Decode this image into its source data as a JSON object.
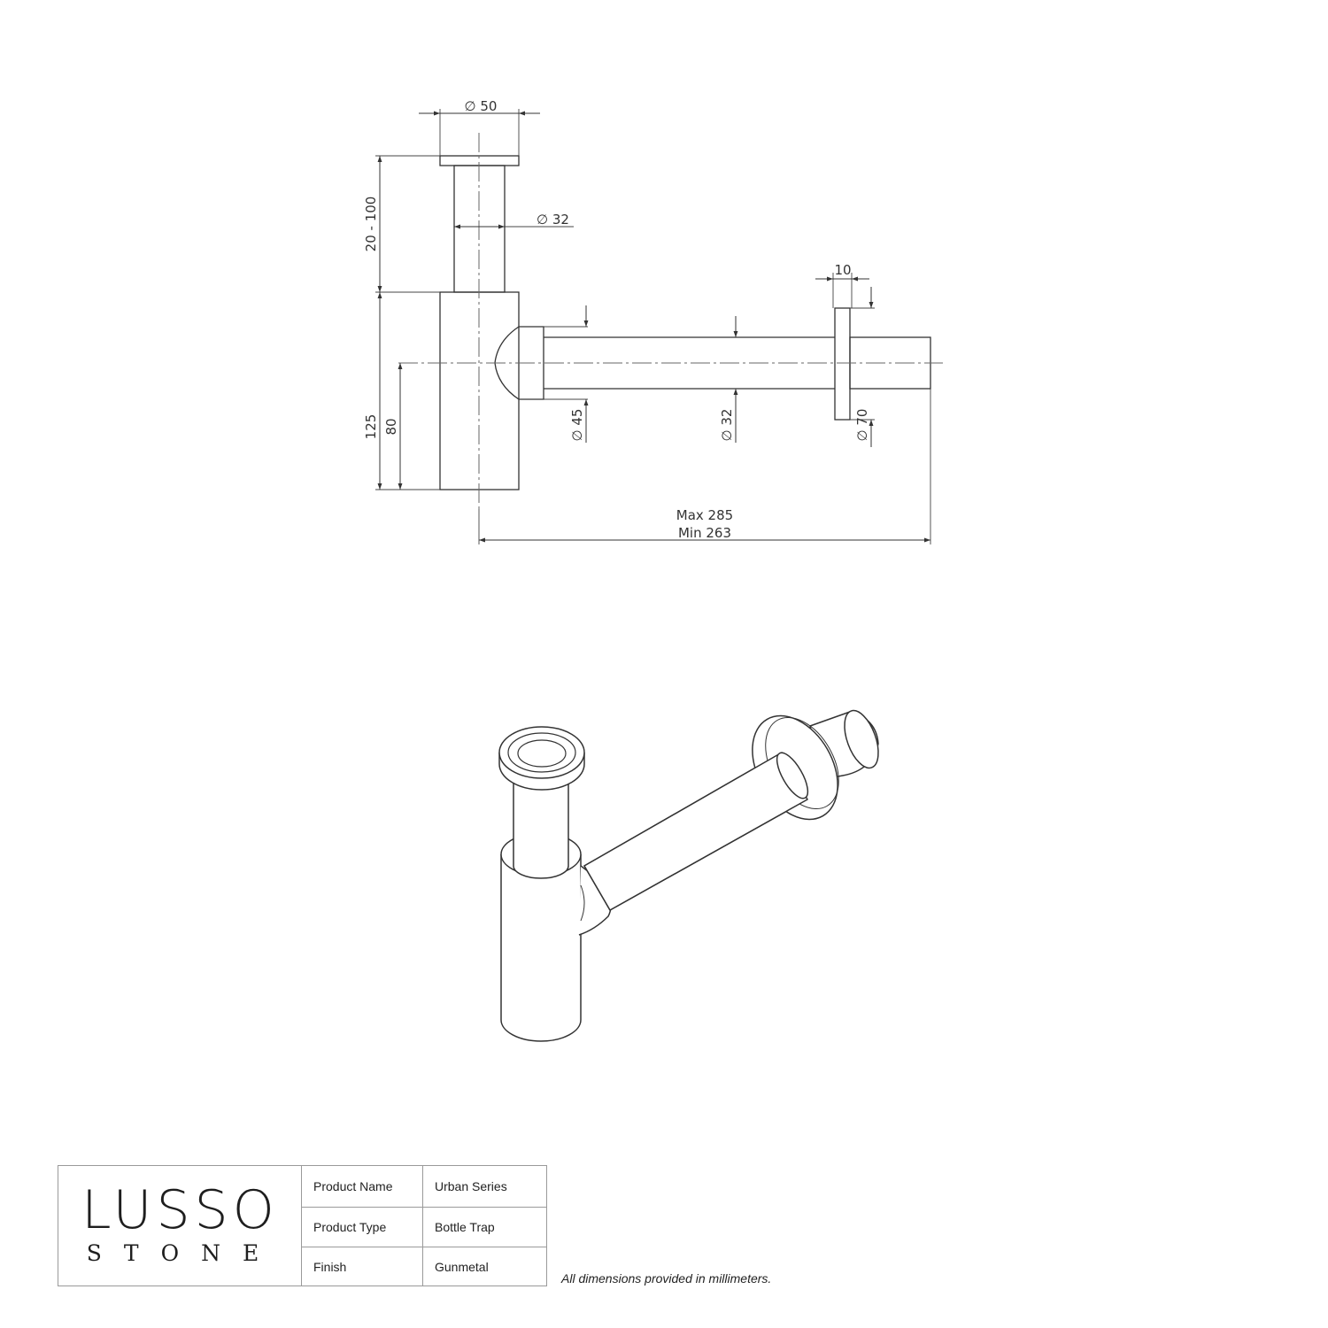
{
  "dimensions": {
    "top_dia": "∅ 50",
    "stem_dia": "∅ 32",
    "stem_height": "20 - 100",
    "body_height": "125",
    "outlet_height": "80",
    "flange_thickness": "10",
    "body_outlet_dia": "∅ 45",
    "pipe_dia": "∅ 32",
    "flange_dia": "∅ 70",
    "max_length": "Max 285",
    "min_length": "Min 263"
  },
  "logo": {
    "main": "LUSSO",
    "sub": "STONE"
  },
  "table": {
    "rows": [
      {
        "label": "Product Name",
        "value": "Urban Series"
      },
      {
        "label": "Product Type",
        "value": "Bottle Trap"
      },
      {
        "label": "Finish",
        "value": "Gunmetal"
      }
    ]
  },
  "note": "All dimensions provided in millimeters."
}
